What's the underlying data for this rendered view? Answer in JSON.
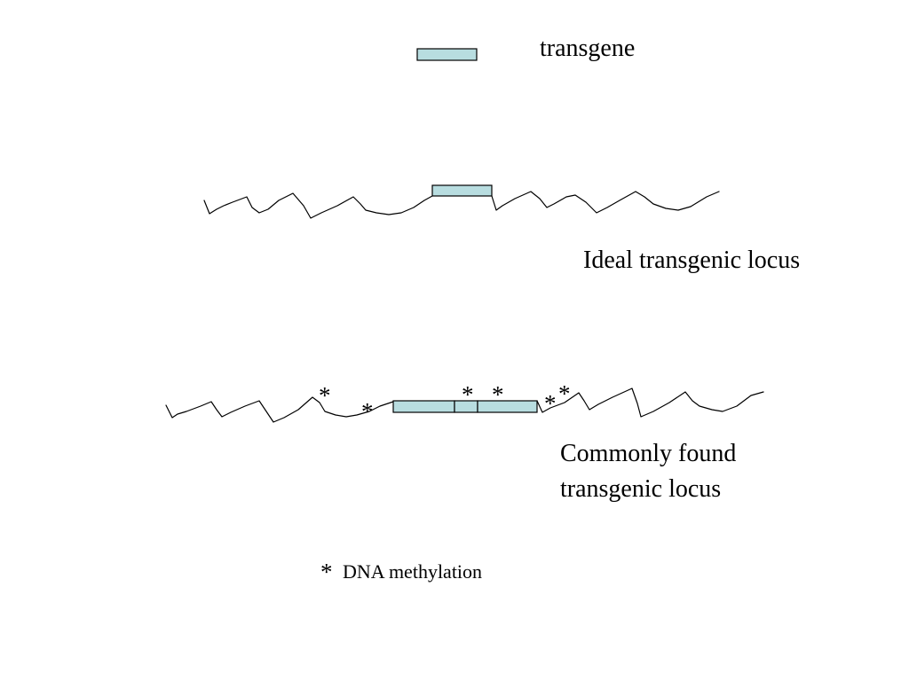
{
  "legend": {
    "transgene_label": "transgene",
    "methylation_symbol": "*",
    "methylation_label": "DNA methylation"
  },
  "ideal_locus": {
    "caption": "Ideal transgenic locus"
  },
  "common_locus": {
    "caption_line1": "Commonly found",
    "caption_line2": "transgenic locus",
    "methylation_marks": [
      "*",
      "*",
      "*",
      "*",
      "*",
      "*"
    ]
  },
  "colors": {
    "transgene_fill": "#b8dde0",
    "outline": "#000000",
    "background": "#ffffff"
  }
}
